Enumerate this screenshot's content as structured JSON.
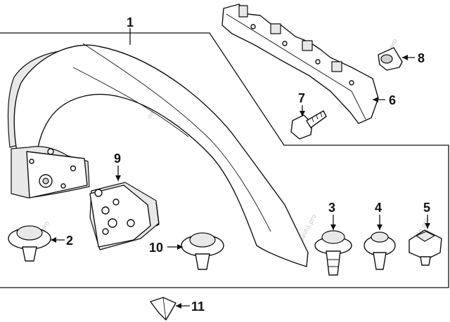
{
  "callouts": [
    {
      "id": "part-1",
      "label": "1"
    },
    {
      "id": "part-2",
      "label": "2"
    },
    {
      "id": "part-3",
      "label": "3"
    },
    {
      "id": "part-4",
      "label": "4"
    },
    {
      "id": "part-5",
      "label": "5"
    },
    {
      "id": "part-6",
      "label": "6"
    },
    {
      "id": "part-7",
      "label": "7"
    },
    {
      "id": "part-8",
      "label": "8"
    },
    {
      "id": "part-9",
      "label": "9"
    },
    {
      "id": "part-10",
      "label": "10"
    },
    {
      "id": "part-11",
      "label": "11"
    }
  ],
  "watermark": "oavto.pro"
}
